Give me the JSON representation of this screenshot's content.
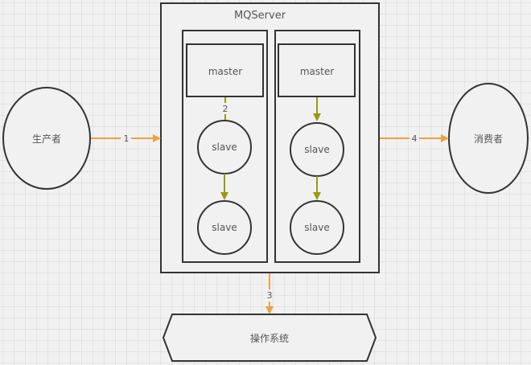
{
  "diagram": {
    "server": {
      "title": "MQServer"
    },
    "producer": {
      "label": "生产者"
    },
    "consumer": {
      "label": "消费者"
    },
    "os": {
      "label": "操作系统"
    },
    "groups": [
      {
        "master": "master",
        "slaves": [
          "slave",
          "slave"
        ],
        "edge_label": "2"
      },
      {
        "master": "master",
        "slaves": [
          "slave",
          "slave"
        ]
      }
    ],
    "edges": {
      "producer_to_server": "1",
      "master_to_slave": "2",
      "server_to_os": "3",
      "server_to_consumer": "4"
    },
    "colors": {
      "orange_arrow": "#f0a040",
      "olive_arrow": "#9a9a10",
      "stroke": "#333333",
      "background": "#f1f1f1"
    }
  }
}
